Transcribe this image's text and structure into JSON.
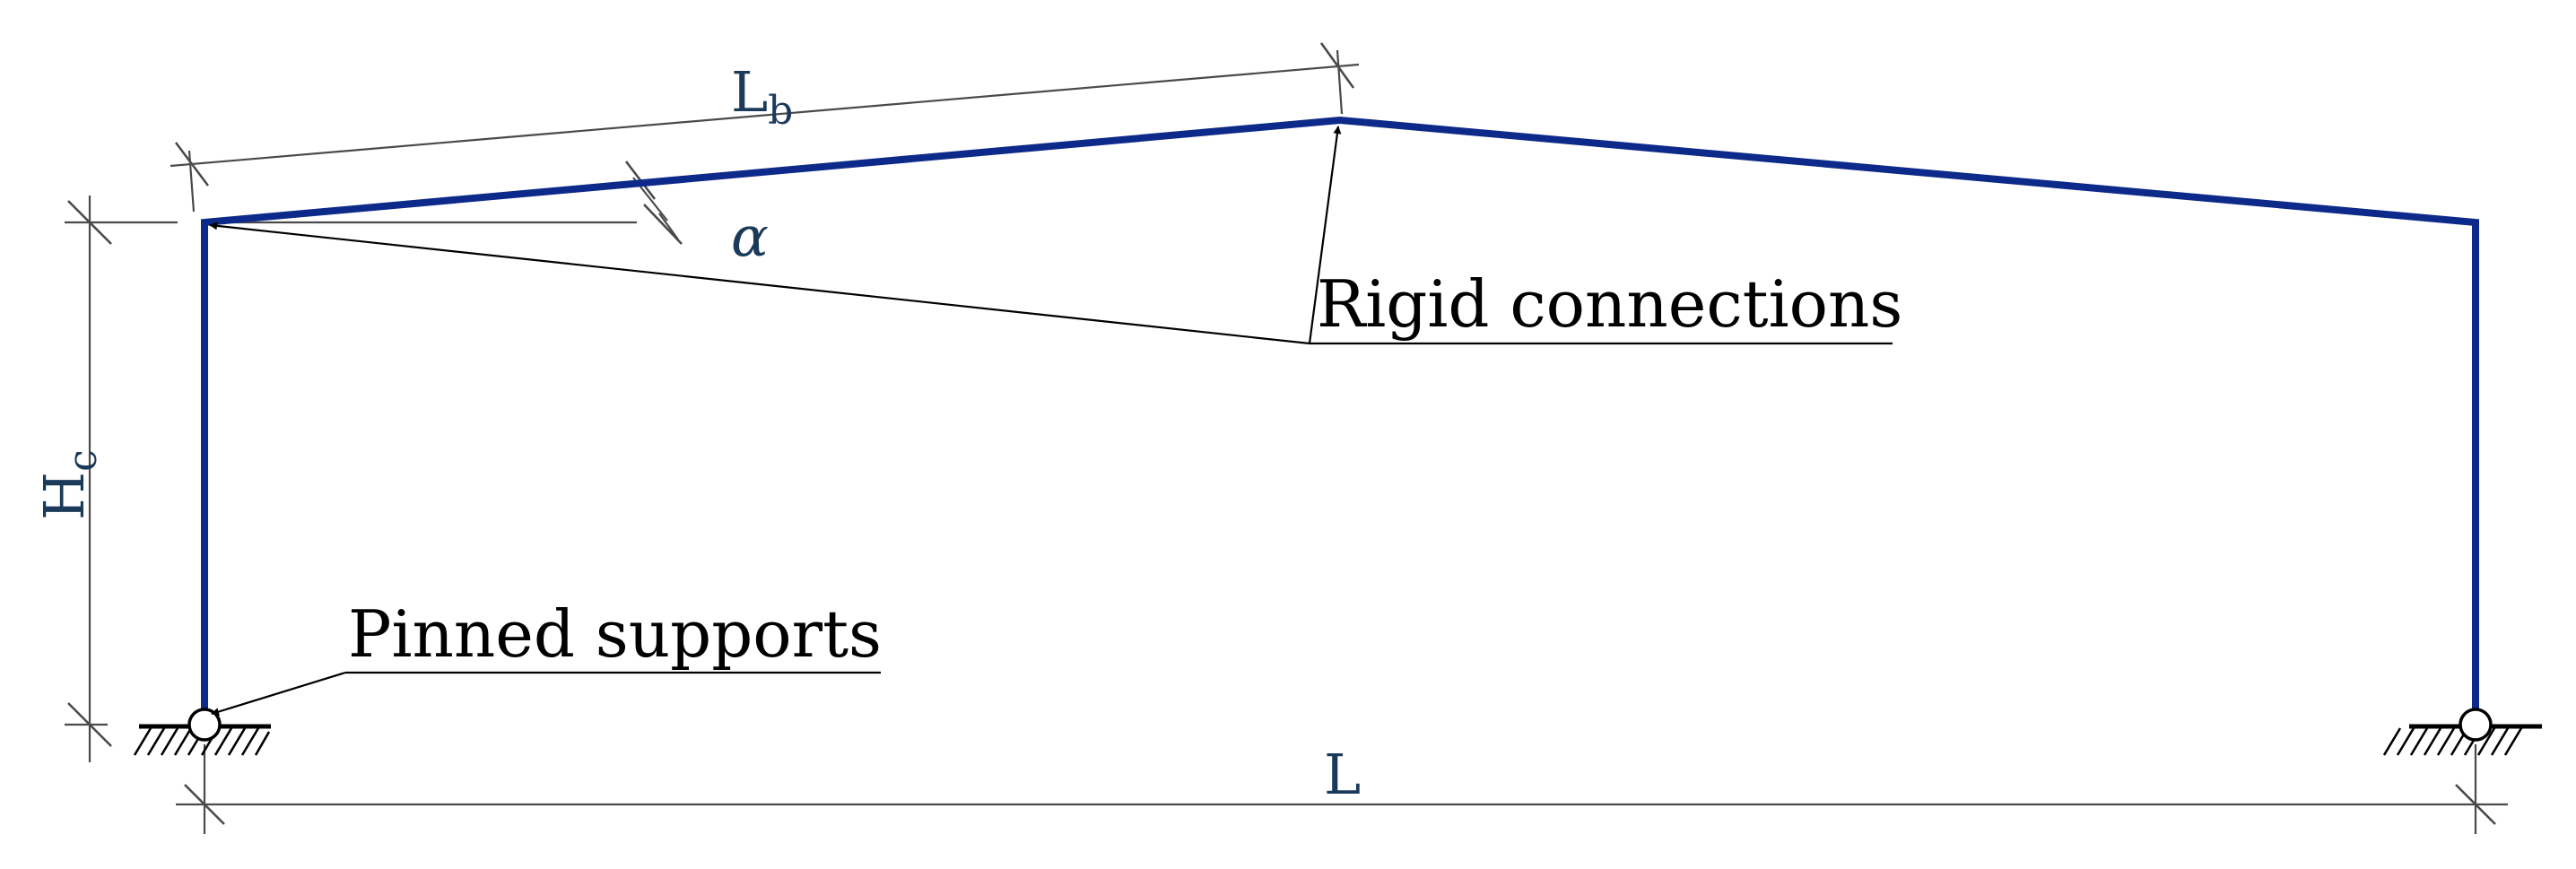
{
  "colors": {
    "frame": "#0d2a8a",
    "label": "#1b3a5a",
    "line": "#4a4a4a",
    "text": "#000000"
  },
  "labels": {
    "rafter_length": {
      "main": "L",
      "sub": "b"
    },
    "column_height": {
      "main": "H",
      "sub": "c"
    },
    "span": "L",
    "pitch_angle": "α"
  },
  "callouts": {
    "rigid": "Rigid connections",
    "pinned": "Pinned supports"
  }
}
